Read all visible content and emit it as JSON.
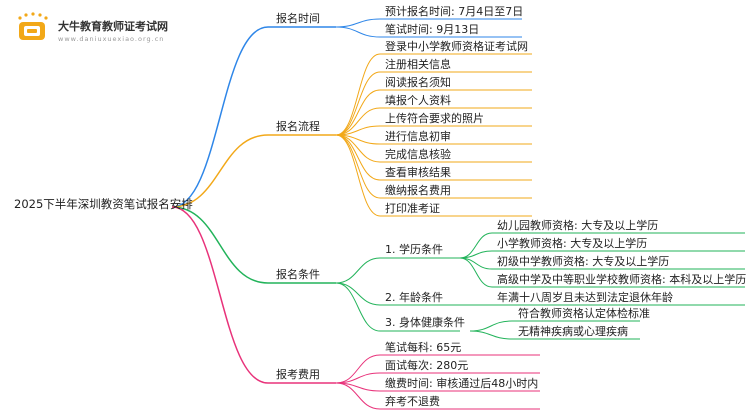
{
  "brand": {
    "name": "大牛教育教师证考试网",
    "url": "www.daniuxuexiao.org.cn"
  },
  "colors": {
    "blue": "#2e86e8",
    "orange": "#f2a818",
    "pink": "#e8327a",
    "green": "#22b35a"
  },
  "root": "2025下半年深圳教资笔试报名安排",
  "branches": [
    {
      "label": "报名时间",
      "items": [
        "预计报名时间: 7月4日至7日",
        "笔试时间: 9月13日"
      ]
    },
    {
      "label": "报名流程",
      "items": [
        "登录中小学教师资格证考试网",
        "注册相关信息",
        "阅读报名须知",
        "填报个人资料",
        "上传符合要求的照片",
        "进行信息初审",
        "完成信息核验",
        "查看审核结果",
        "缴纳报名费用",
        "打印准考证"
      ]
    },
    {
      "label": "报名条件",
      "groups": [
        {
          "label": "1. 学历条件",
          "items": [
            "幼儿园教师资格: 大专及以上学历",
            "小学教师资格: 大专及以上学历",
            "初级中学教师资格: 大专及以上学历",
            "高级中学及中等职业学校教师资格: 本科及以上学历"
          ]
        },
        {
          "label": "2. 年龄条件",
          "items": [
            "年满十八周岁且未达到法定退休年龄"
          ]
        },
        {
          "label": "3. 身体健康条件",
          "items": [
            "符合教师资格认定体检标准",
            "无精神疾病或心理疾病"
          ]
        }
      ]
    },
    {
      "label": "报考费用",
      "items": [
        "笔试每科: 65元",
        "面试每次: 280元",
        "缴费时间: 审核通过后48小时内",
        "弃考不退费"
      ]
    }
  ]
}
